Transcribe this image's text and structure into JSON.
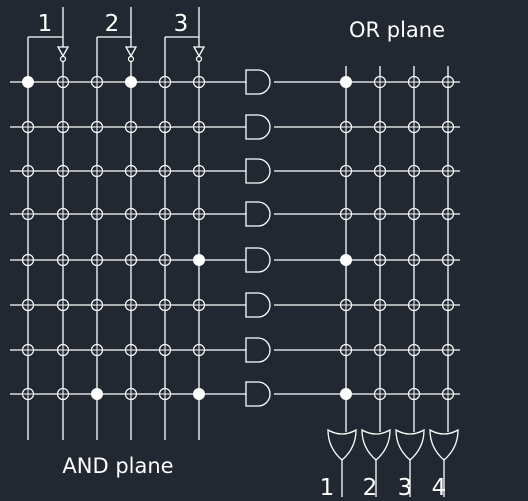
{
  "diagram": {
    "background": "#222831",
    "stroke_color": "#ffffff",
    "labels": {
      "or_plane": "OR plane",
      "and_plane": "AND plane",
      "inputs": [
        "1",
        "2",
        "3"
      ],
      "outputs": [
        "1",
        "2",
        "3",
        "4"
      ]
    },
    "and_plane": {
      "columns": [
        "input-1-true",
        "input-1-complement",
        "input-2-true",
        "input-2-complement",
        "input-3-true",
        "input-3-complement"
      ],
      "connections": [
        [
          1,
          0,
          0,
          1,
          0,
          0
        ],
        [
          0,
          0,
          0,
          0,
          0,
          0
        ],
        [
          0,
          0,
          0,
          0,
          0,
          0
        ],
        [
          0,
          0,
          0,
          0,
          0,
          0
        ],
        [
          0,
          0,
          0,
          0,
          0,
          1
        ],
        [
          0,
          0,
          0,
          0,
          0,
          0
        ],
        [
          0,
          0,
          0,
          0,
          0,
          0
        ],
        [
          0,
          0,
          1,
          0,
          0,
          1
        ]
      ]
    },
    "or_plane": {
      "columns": [
        "output-1",
        "output-2",
        "output-3",
        "output-4"
      ],
      "connections": [
        [
          1,
          0,
          0,
          0
        ],
        [
          0,
          0,
          0,
          0
        ],
        [
          0,
          0,
          0,
          0
        ],
        [
          0,
          0,
          0,
          0
        ],
        [
          1,
          0,
          0,
          0
        ],
        [
          0,
          0,
          0,
          0
        ],
        [
          0,
          0,
          0,
          0
        ],
        [
          1,
          0,
          0,
          0
        ]
      ]
    },
    "and_gate_count": 8,
    "or_gate_count": 4
  }
}
